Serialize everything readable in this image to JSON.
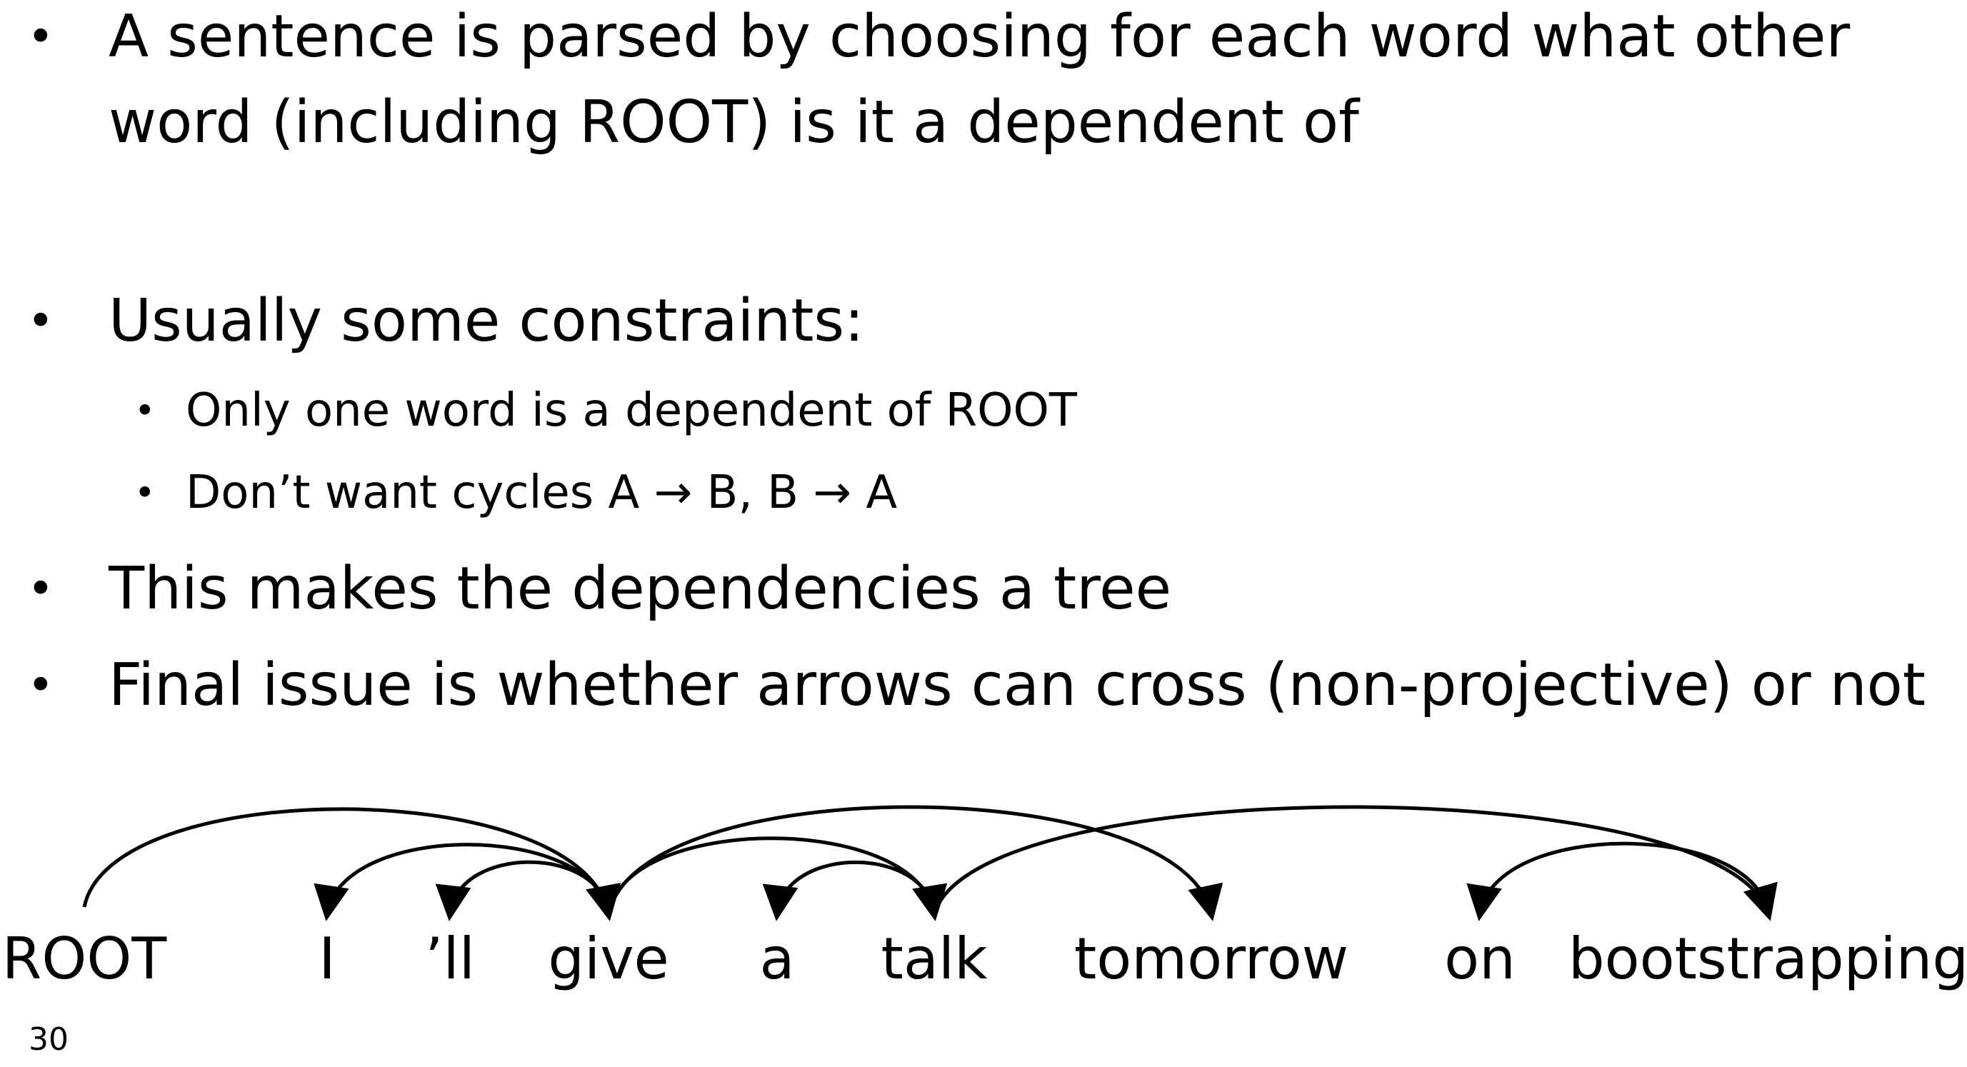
{
  "bullets": [
    "A sentence is parsed by choosing for each word what other",
    "word (including ROOT) is it a dependent of",
    "Usually some constraints:",
    "This makes the dependencies a tree",
    "Final issue is whether arrows can cross (non-projective) or not"
  ],
  "sub_bullets": [
    "Only one word is a dependent of ROOT",
    "Don’t want cycles A → B, B → A"
  ],
  "bullet_symbol": "•",
  "sentence": {
    "words": [
      "ROOT",
      "I",
      "’ll",
      "give",
      "a",
      "talk",
      "tomorrow",
      "on",
      "bootstrapping"
    ],
    "arcs": [
      {
        "head": "ROOT",
        "dependent": "give"
      },
      {
        "head": "give",
        "dependent": "I"
      },
      {
        "head": "give",
        "dependent": "’ll"
      },
      {
        "head": "give",
        "dependent": "talk"
      },
      {
        "head": "give",
        "dependent": "tomorrow"
      },
      {
        "head": "talk",
        "dependent": "a"
      },
      {
        "head": "talk",
        "dependent": "bootstrapping"
      },
      {
        "head": "bootstrapping",
        "dependent": "on"
      }
    ]
  },
  "page_number": "30"
}
